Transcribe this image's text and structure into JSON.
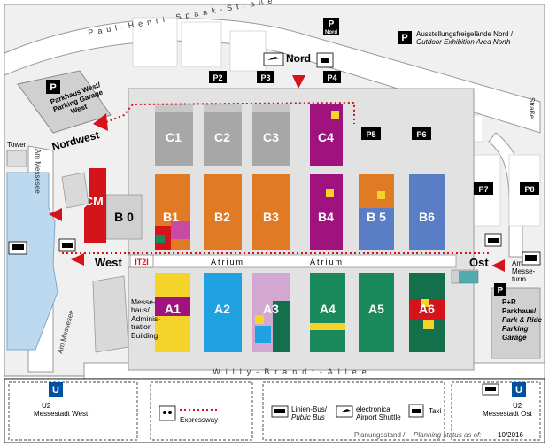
{
  "streets": {
    "north": "Paul-Henri-Spaak-Straße",
    "west": "Am Messesee",
    "west_vertical": "Am Messesee",
    "south": "Willy-Brandt-Allee",
    "east_river": "Straße"
  },
  "parking": {
    "p1_badge": "P",
    "p1_sub": "Nord",
    "p2": "P2",
    "p3": "P3",
    "p4": "P4",
    "p5": "P5",
    "p6": "P6",
    "p7": "P7",
    "p8": "P8",
    "outdoor_badge": "P",
    "outdoor_de": "Ausstellungsfreigelände Nord /",
    "outdoor_en": "Outdoor Exhibition Area North",
    "garage_west_lines": [
      "Parkhaus West/",
      "Parking Garage",
      "West"
    ],
    "garage_east_lines": [
      "P+R",
      "Parkhaus/",
      "Park & Ride",
      "Parking",
      "Garage"
    ]
  },
  "entrances": {
    "nord": "Nord",
    "nordwest": "Nordwest",
    "west": "West",
    "ost": "Ost"
  },
  "labels": {
    "tower": "Tower",
    "icm": "ICM",
    "atrium1": "Atrium",
    "atrium2": "Atrium",
    "messehaus_lines": [
      "Messe-",
      "haus/",
      "Adminis-",
      "tration",
      "Building"
    ],
    "messeturm_lines": [
      "Am",
      "Messe-",
      "turm"
    ],
    "it2i": "IT2I"
  },
  "halls": {
    "B0": "B 0",
    "B1": "B1",
    "B2": "B2",
    "B3": "B3",
    "B4": "B4",
    "B5": "B 5",
    "B6": "B6",
    "C1": "C1",
    "C2": "C2",
    "C3": "C3",
    "C4": "C4",
    "A1": "A1",
    "A2": "A2",
    "A3": "A3",
    "A4": "A4",
    "A5": "A5",
    "A6": "A6"
  },
  "colors": {
    "orange": "#e07a25",
    "blue_b": "#5a7ec6",
    "purple": "#a0127e",
    "grey": "#a7a7a7",
    "yellow": "#f4d42b",
    "sky": "#1fa1e2",
    "lilac": "#d2a8d2",
    "green": "#1a8a5c",
    "darkgreen": "#14704a",
    "red": "#d4131b",
    "water": "#bcd9ef"
  },
  "legend": {
    "u2_badge_west": "U",
    "u2_west_line1": "U2",
    "u2_west_line2": "Messestadt West",
    "expressway": "Expressway",
    "bus_de": "Linien-Bus/",
    "bus_en": "Public Bus",
    "shuttle_de": "electronica",
    "shuttle_en": "Airport Shuttle",
    "taxi": "Taxi",
    "u2_badge_east": "U",
    "u2_east_line1": "U2",
    "u2_east_line2": "Messestadt Ost",
    "status_de": "Planungsstand /",
    "status_en": "Planning status as of:",
    "status_date": "10/2016"
  }
}
